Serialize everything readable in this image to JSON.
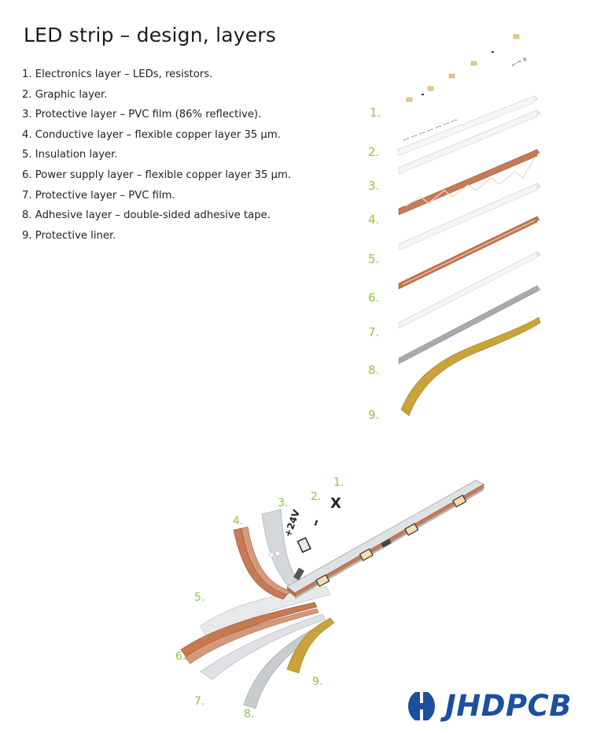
{
  "title": "LED strip – design, layers",
  "layers": [
    "1. Electronics layer – LEDs, resistors.",
    "2. Graphic layer.",
    "3. Protective layer – PVC film (86% reflective).",
    "4. Conductive layer – flexible copper layer 35 μm.",
    "5. Insulation layer.",
    "6. Power supply layer – flexible copper layer 35 μm.",
    "7. Protective layer – PVC film.",
    "8. Adhesive layer – double-sided adhesive tape.",
    "9. Protective liner."
  ],
  "exploded_numbers": [
    "1.",
    "2.",
    "3.",
    "4.",
    "5.",
    "6.",
    "7.",
    "8.",
    "9."
  ],
  "assembled_numbers": [
    "1.",
    "2.",
    "3.",
    "4.",
    "5.",
    "6.",
    "7.",
    "8.",
    "9."
  ],
  "strip_markings": {
    "plus": "+24V",
    "minus": "–",
    "cut": "X"
  },
  "logo": {
    "text": "JHDPCB",
    "color": "#1d4fa0"
  },
  "colors": {
    "label_green": "#8cc63f",
    "copper": "#c87b52",
    "pvc_white": "#f1f3f5",
    "grey_tape": "#b5b8bb",
    "gold_liner": "#c9a23a"
  }
}
